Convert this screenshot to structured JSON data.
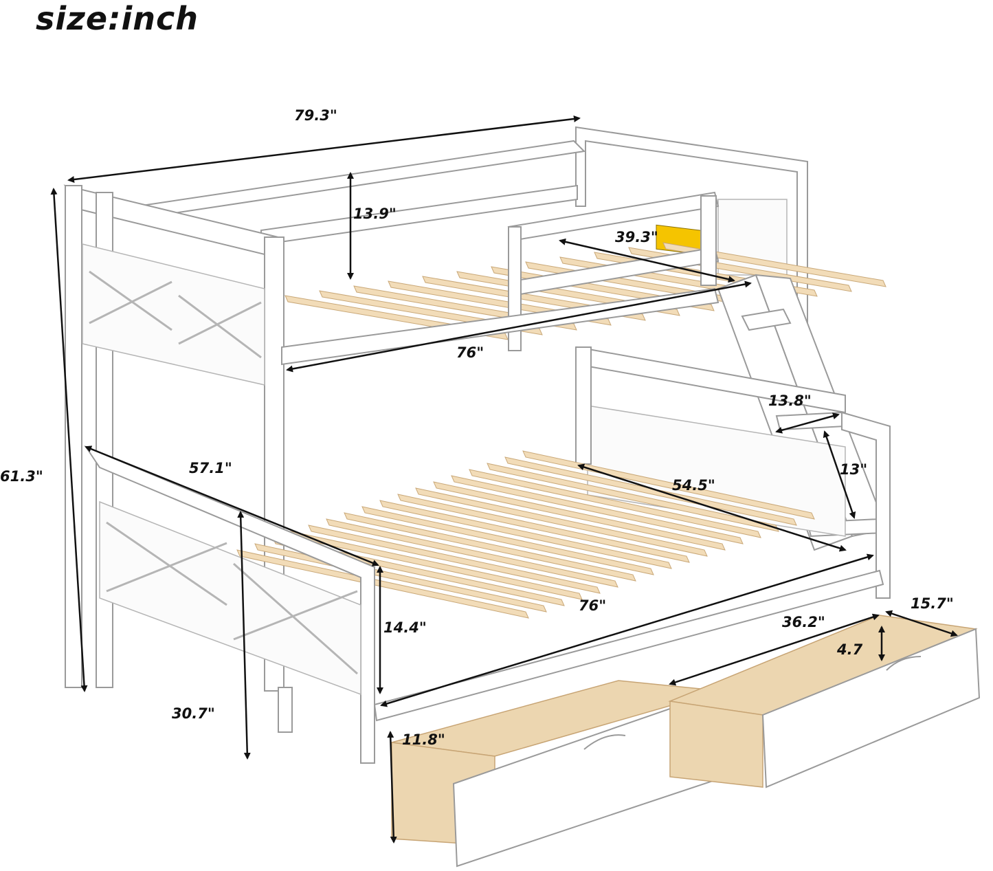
{
  "heading": "size:inch",
  "dimensions": {
    "overall_length": "79.3\"",
    "overall_height": "61.3\"",
    "top_guardrail_height": "13.9\"",
    "top_width": "39.3\"",
    "top_length": "76\"",
    "ladder_width": "13.8\"",
    "ladder_step": "13\"",
    "bottom_width_outer": "57.1\"",
    "bottom_width_inner": "54.5\"",
    "bottom_length": "76\"",
    "bottom_guardrail_height": "14.4\"",
    "clearance_height": "30.7\"",
    "drawer_length": "36.2\"",
    "drawer_width": "15.7\"",
    "drawer_depth": "4.7",
    "drawer_front_height": "11.8\""
  },
  "colors": {
    "frame": "#ffffff",
    "slats": "#f2dcb8",
    "outline": "#9a9a9a",
    "text": "#111111",
    "warning_label": "#f5c400"
  }
}
